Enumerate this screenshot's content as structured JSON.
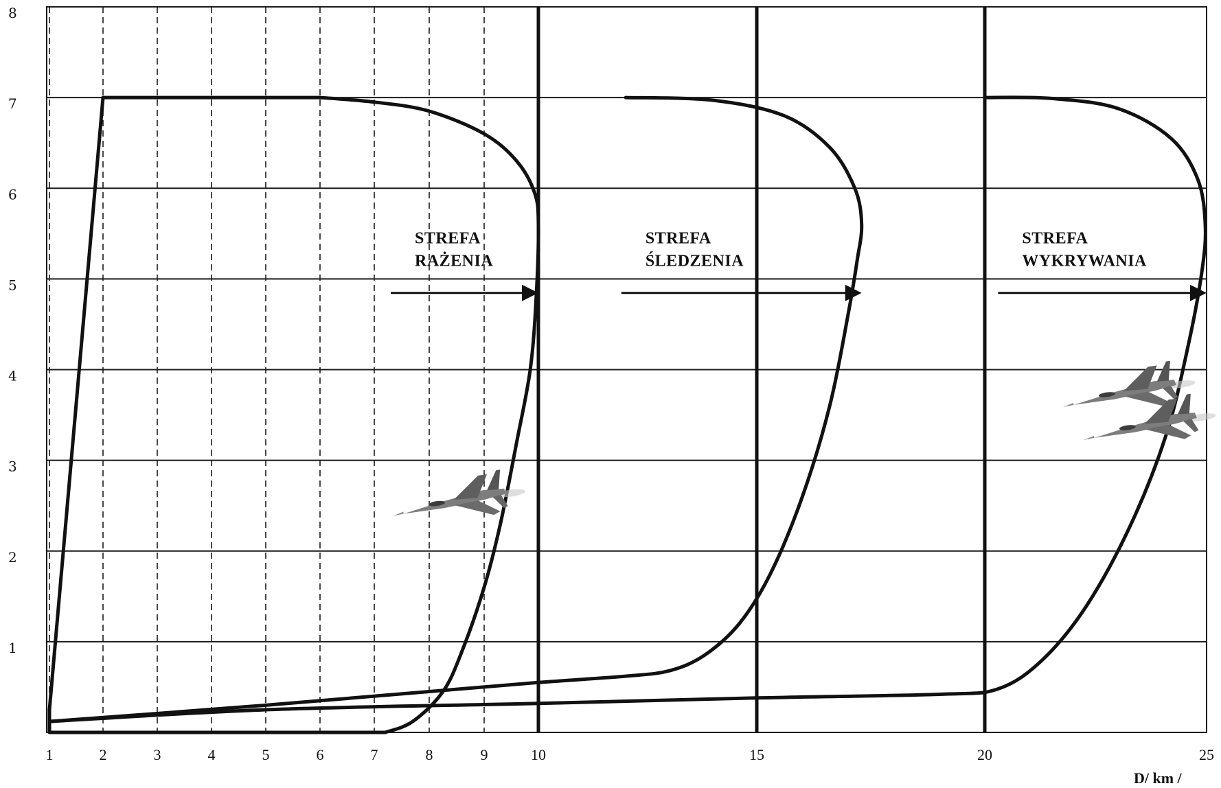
{
  "chart_data": {
    "type": "line",
    "title": "",
    "xlabel": "D/ km /",
    "ylabel": "",
    "xlim": [
      1,
      25
    ],
    "ylim": [
      0,
      8
    ],
    "x_ticks": [
      "1",
      "2",
      "3",
      "4",
      "5",
      "6",
      "7",
      "8",
      "9",
      "10",
      "15",
      "20",
      "25"
    ],
    "y_ticks": [
      "1",
      "2",
      "3",
      "4",
      "5",
      "6",
      "7",
      "8"
    ],
    "grid": true,
    "zones": [
      {
        "name": "strefa-razenia",
        "label_lines": [
          "STREFA",
          "RAŻENIA"
        ],
        "max_range": 10,
        "label_at": [
          7.3,
          5.3
        ],
        "outline": [
          [
            1.0,
            0.25
          ],
          [
            2.0,
            7.0
          ],
          [
            6.0,
            7.0
          ],
          [
            7.0,
            6.95
          ],
          [
            8.0,
            6.85
          ],
          [
            9.0,
            6.6
          ],
          [
            9.6,
            6.3
          ],
          [
            9.93,
            5.95
          ],
          [
            10.0,
            5.6
          ],
          [
            9.96,
            4.8
          ],
          [
            9.85,
            4.0
          ],
          [
            9.6,
            3.2
          ],
          [
            9.3,
            2.3
          ],
          [
            9.0,
            1.6
          ],
          [
            8.6,
            0.9
          ],
          [
            8.25,
            0.45
          ],
          [
            7.7,
            0.12
          ],
          [
            7.2,
            0.0
          ],
          [
            1.0,
            0.0
          ]
        ]
      },
      {
        "name": "strefa-sledzenia",
        "label_lines": [
          "STREFA",
          "ŚLEDZENIA"
        ],
        "max_range": 17.3,
        "label_at": [
          11.9,
          5.3
        ],
        "outline": [
          [
            1.0,
            0.12
          ],
          [
            5.0,
            0.3
          ],
          [
            8.0,
            0.45
          ],
          [
            10.0,
            0.55
          ],
          [
            12.0,
            0.62
          ],
          [
            13.0,
            0.68
          ],
          [
            13.8,
            0.85
          ],
          [
            14.6,
            1.2
          ],
          [
            15.3,
            1.75
          ],
          [
            16.0,
            2.6
          ],
          [
            16.6,
            3.6
          ],
          [
            17.0,
            4.6
          ],
          [
            17.2,
            5.2
          ],
          [
            17.3,
            5.6
          ],
          [
            17.15,
            6.0
          ],
          [
            16.6,
            6.45
          ],
          [
            15.6,
            6.8
          ],
          [
            14.0,
            6.97
          ],
          [
            12.0,
            7.0
          ]
        ]
      },
      {
        "name": "strefa-wykrywania",
        "label_lines": [
          "STREFA",
          "WYKRYWANIA"
        ],
        "max_range": 25,
        "label_at": [
          20.3,
          5.3
        ],
        "outline": [
          [
            1.0,
            0.12
          ],
          [
            5.0,
            0.25
          ],
          [
            10.0,
            0.32
          ],
          [
            15.0,
            0.38
          ],
          [
            19.0,
            0.42
          ],
          [
            20.3,
            0.48
          ],
          [
            21.3,
            0.8
          ],
          [
            22.3,
            1.4
          ],
          [
            23.3,
            2.3
          ],
          [
            24.1,
            3.3
          ],
          [
            24.6,
            4.3
          ],
          [
            24.9,
            5.1
          ],
          [
            24.97,
            5.6
          ],
          [
            24.8,
            6.1
          ],
          [
            24.2,
            6.55
          ],
          [
            23.0,
            6.88
          ],
          [
            21.5,
            6.99
          ],
          [
            20.0,
            7.0
          ]
        ]
      }
    ],
    "aircraft": [
      {
        "name": "fighter-jet-icon-strike",
        "x": 8.5,
        "y": 2.6,
        "count": 1
      },
      {
        "name": "fighter-jet-icon-detect",
        "x": 23.2,
        "y": 3.8,
        "count": 2
      }
    ]
  }
}
